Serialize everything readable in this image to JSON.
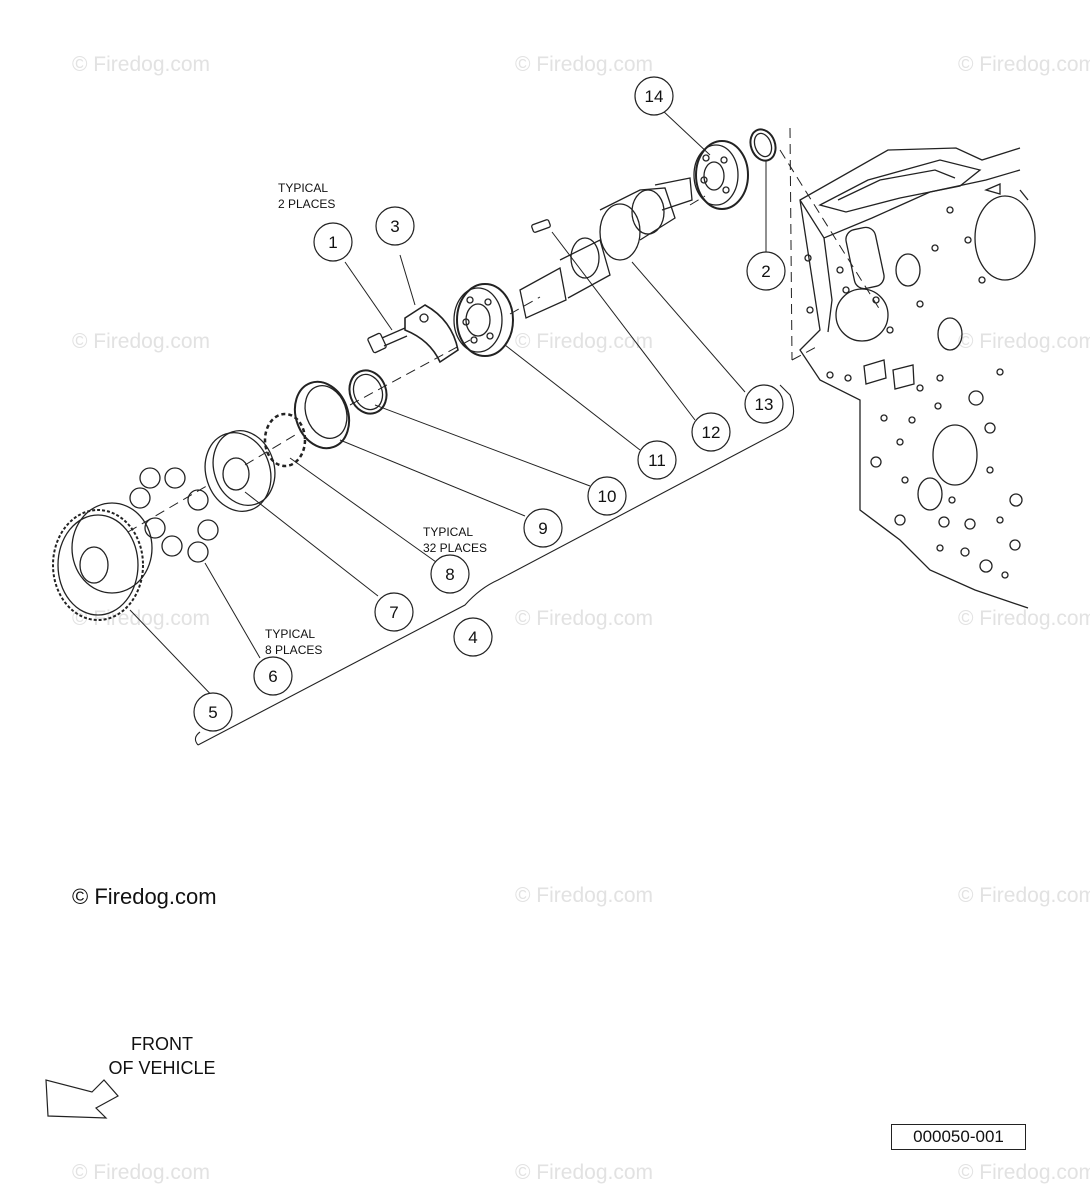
{
  "watermark": "© Firedog.com",
  "callouts": [
    {
      "number": "1"
    },
    {
      "number": "2"
    },
    {
      "number": "3"
    },
    {
      "number": "4"
    },
    {
      "number": "5"
    },
    {
      "number": "6"
    },
    {
      "number": "7"
    },
    {
      "number": "8"
    },
    {
      "number": "9"
    },
    {
      "number": "10"
    },
    {
      "number": "11"
    },
    {
      "number": "12"
    },
    {
      "number": "13"
    },
    {
      "number": "14"
    }
  ],
  "notes": [
    {
      "line1": "TYPICAL",
      "line2": "2 PLACES"
    },
    {
      "line1": "TYPICAL",
      "line2": "32 PLACES"
    },
    {
      "line1": "TYPICAL",
      "line2": "8 PLACES"
    }
  ],
  "front_label": {
    "line1": "FRONT",
    "line2": "OF VEHICLE"
  },
  "drawing_number": "000050-001",
  "line_color": "#222222",
  "watermark_color": "#e2e2e2"
}
